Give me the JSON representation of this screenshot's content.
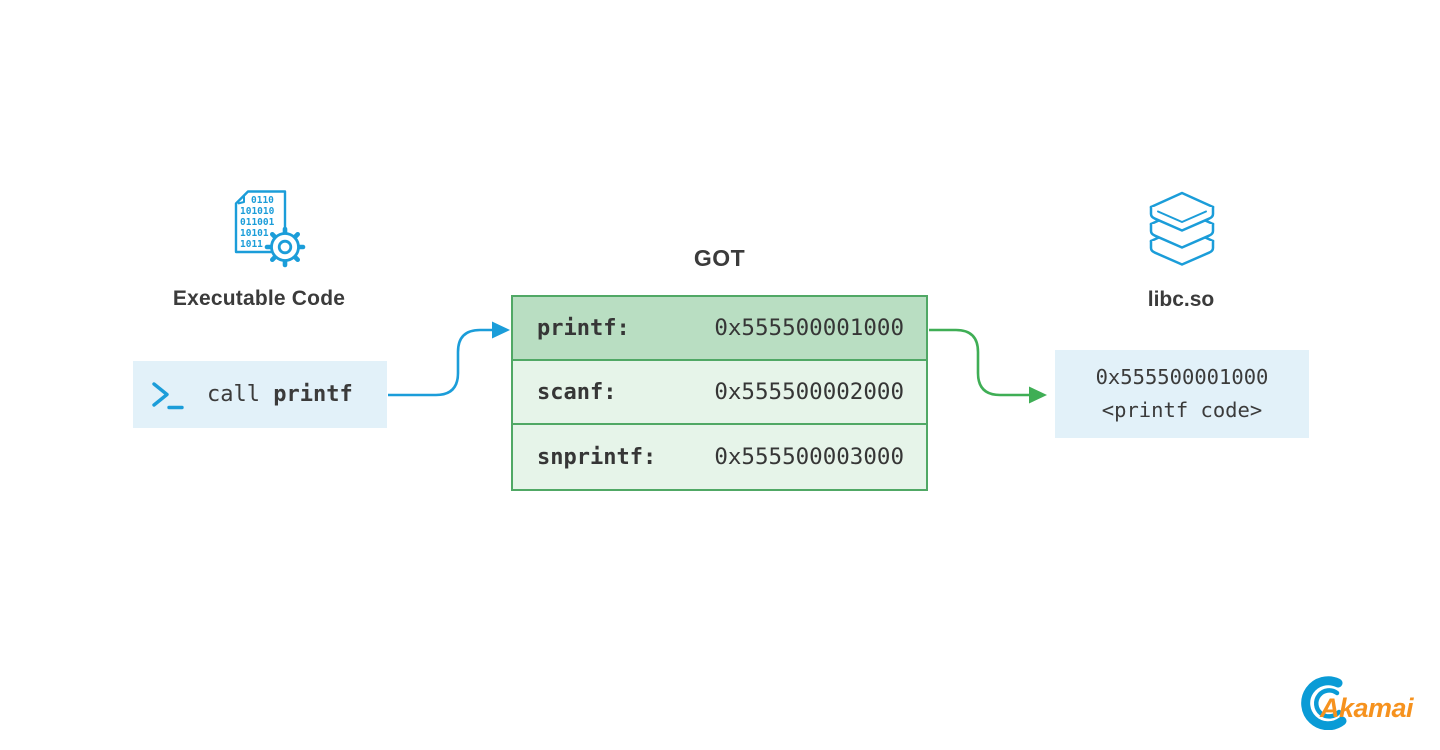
{
  "colors": {
    "accent_blue": "#1b9dd9",
    "light_blue_fill": "#e2f1f9",
    "accent_green": "#3fae55",
    "green_border": "#50a865",
    "green_fill_highlight": "#b9dec2",
    "green_fill_light": "#e6f4e9",
    "text_dark": "#3b3b3b",
    "logo_orange": "#f6921e",
    "logo_blue": "#0a9bd6"
  },
  "executable": {
    "label": "Executable Code",
    "icon_binary_lines": [
      "0110",
      "101010",
      "011001",
      "10101",
      "1011"
    ],
    "call_box": {
      "keyword": "call ",
      "function": "printf"
    }
  },
  "got": {
    "title": "GOT",
    "rows": [
      {
        "label": "printf:",
        "address": "0x555500001000"
      },
      {
        "label": "scanf:",
        "address": "0x555500002000"
      },
      {
        "label": "snprintf:",
        "address": "0x555500003000"
      }
    ]
  },
  "library": {
    "label": "libc.so",
    "target_box": {
      "line1": "0x555500001000",
      "line2": "<printf code>"
    }
  },
  "logo": {
    "brand": "Akamai"
  }
}
